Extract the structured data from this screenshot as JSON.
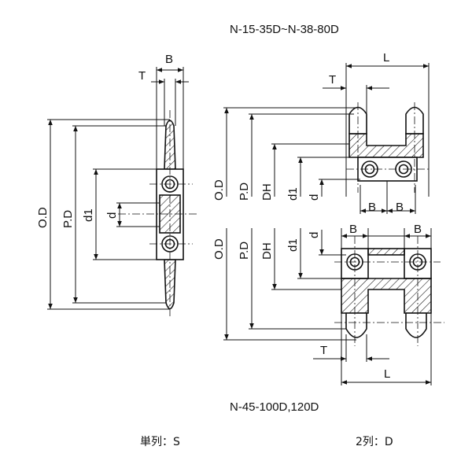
{
  "titles": {
    "top": "N-15-35D~N-38-80D",
    "bottom": "N-45-100D,120D"
  },
  "captions": {
    "single": "単列：S",
    "double": "2列：D"
  },
  "labels": {
    "B": "B",
    "T": "T",
    "L": "L",
    "OD": "O.D",
    "PD": "P.D",
    "DH": "DH",
    "d1": "d1",
    "d": "d"
  }
}
